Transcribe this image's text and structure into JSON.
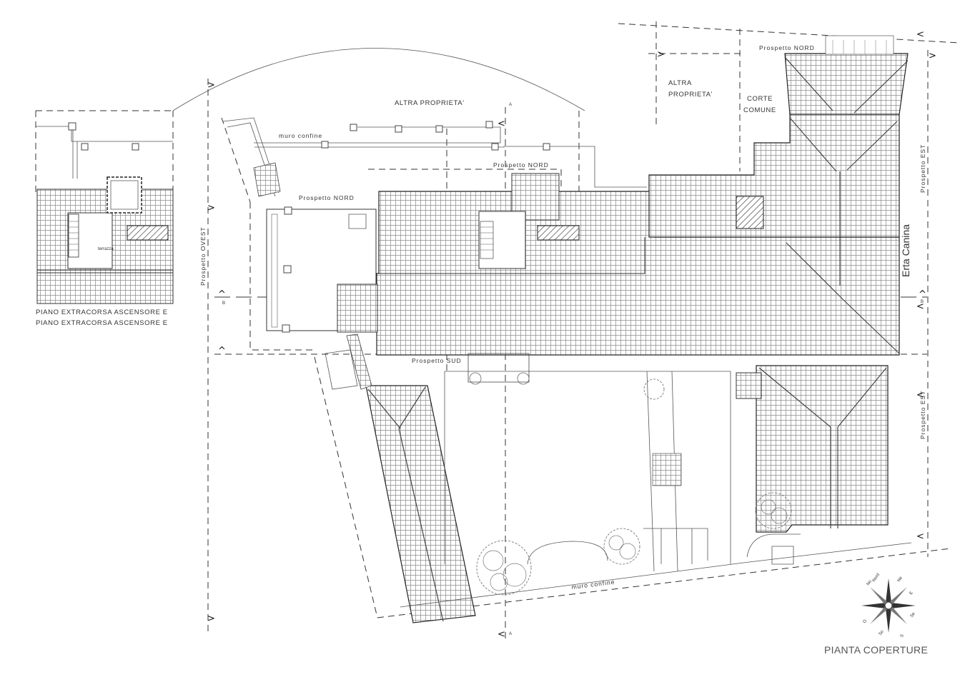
{
  "drawing": {
    "title": "PIANTA COPERTURE"
  },
  "labels": {
    "altra_proprieta_1": "ALTRA PROPRIETA'",
    "altra_proprieta_2_a": "ALTRA",
    "altra_proprieta_2_b": "PROPRIETA'",
    "corte_comune_a": "CORTE",
    "corte_comune_b": "COMUNE",
    "muro_confine_north": "muro confine",
    "muro_confine_south": "muro confine",
    "erta_canina": "Erta Canina",
    "piano_extracorsa_1": "PIANO EXTRACORSA  ASCENSORE E",
    "piano_extracorsa_2": "PIANO EXTRACORSA  ASCENSORE E",
    "terrazza": "terrazza"
  },
  "elevations": {
    "nord_1": "Prospetto NORD",
    "nord_2": "Prospetto NORD",
    "nord_3": "Prospetto NORD",
    "sud": "Prospetto SUD",
    "ovest": "Prospetto OVEST",
    "est_1": "Prospetto EST",
    "est_2": "Prospetto EST"
  },
  "section_marks": {
    "b_left": "B",
    "b_right": "B",
    "a_top": "A",
    "a_bottom": "A"
  },
  "compass": {
    "n": "Nord",
    "ne": "Ne",
    "e": "E",
    "se": "Se",
    "s": "S",
    "so": "So",
    "o": "O",
    "no": "No"
  }
}
